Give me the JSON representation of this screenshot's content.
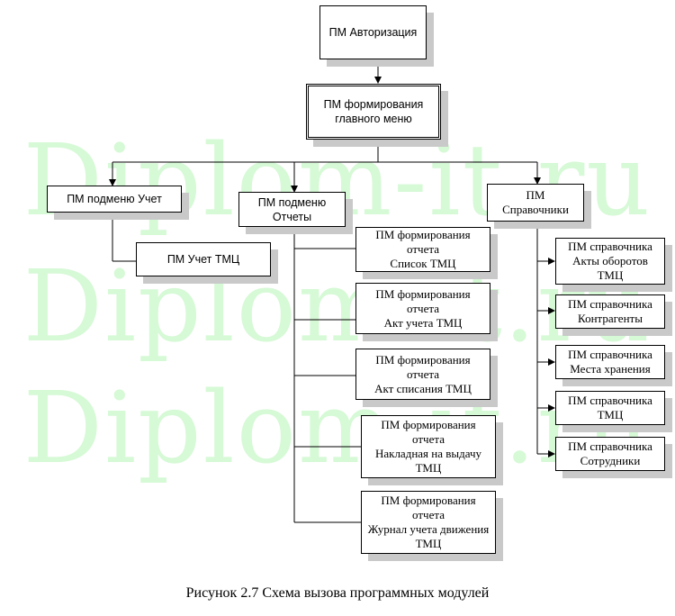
{
  "watermark": "Diplom-it.ru",
  "nodes": {
    "auth": "ПМ Авторизация",
    "main_menu": [
      "ПМ формирования",
      "главного меню"
    ],
    "submenu_uchet": "ПМ подменю Учет",
    "uchet_tmc": "ПМ Учет ТМЦ",
    "submenu_otchety": [
      "ПМ подменю",
      "Отчеты"
    ],
    "spravochniki": [
      "ПМ",
      "Справочники"
    ]
  },
  "reports": [
    [
      "ПМ формирования",
      "отчета",
      "Список ТМЦ"
    ],
    [
      "ПМ формирования",
      "отчета",
      "Акт учета ТМЦ"
    ],
    [
      "ПМ формирования",
      "отчета",
      "Акт списания ТМЦ"
    ],
    [
      "ПМ формирования",
      "отчета",
      "Накладная на выдачу",
      "ТМЦ"
    ],
    [
      "ПМ формирования",
      "отчета",
      "Журнал учета движения",
      "ТМЦ"
    ]
  ],
  "references": [
    [
      "ПМ справочника",
      "Акты оборотов",
      "ТМЦ"
    ],
    [
      "ПМ справочника",
      "Контрагенты"
    ],
    [
      "ПМ справочника",
      "Места хранения"
    ],
    [
      "ПМ справочника",
      "ТМЦ"
    ],
    [
      "ПМ справочника",
      "Сотрудники"
    ]
  ],
  "caption": "Рисунок 2.7 Схема вызова программных модулей"
}
